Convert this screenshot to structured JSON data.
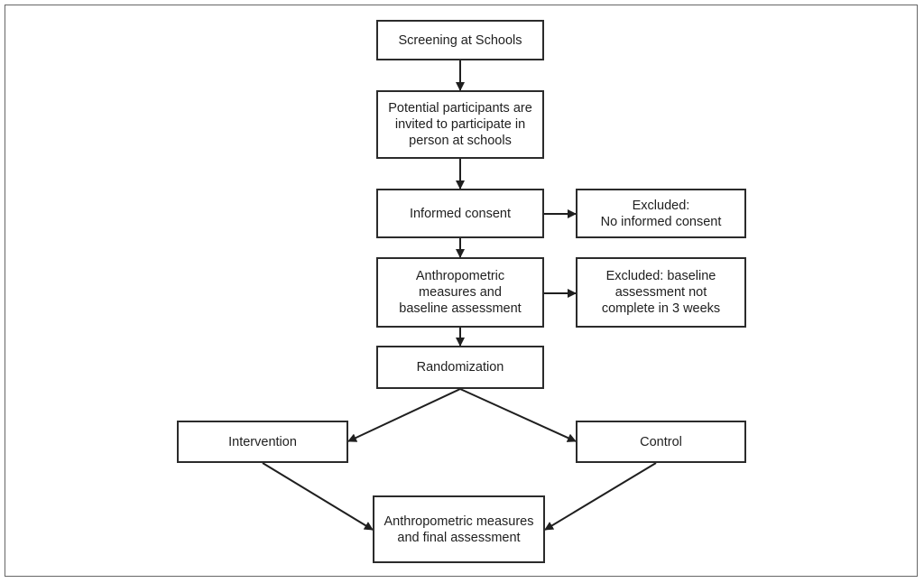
{
  "nodes": {
    "screening": "Screening at Schools",
    "invited": "Potential participants are\ninvited to participate in\nperson at schools",
    "consent": "Informed consent",
    "excluded_consent": "Excluded:\nNo informed consent",
    "anthropometric_baseline": "Anthropometric\nmeasures and\nbaseline assessment",
    "excluded_baseline": "Excluded: baseline\nassessment not\ncomplete in 3 weeks",
    "randomization": "Randomization",
    "intervention": "Intervention",
    "control": "Control",
    "final_assessment": "Anthropometric measures\nand final assessment"
  }
}
